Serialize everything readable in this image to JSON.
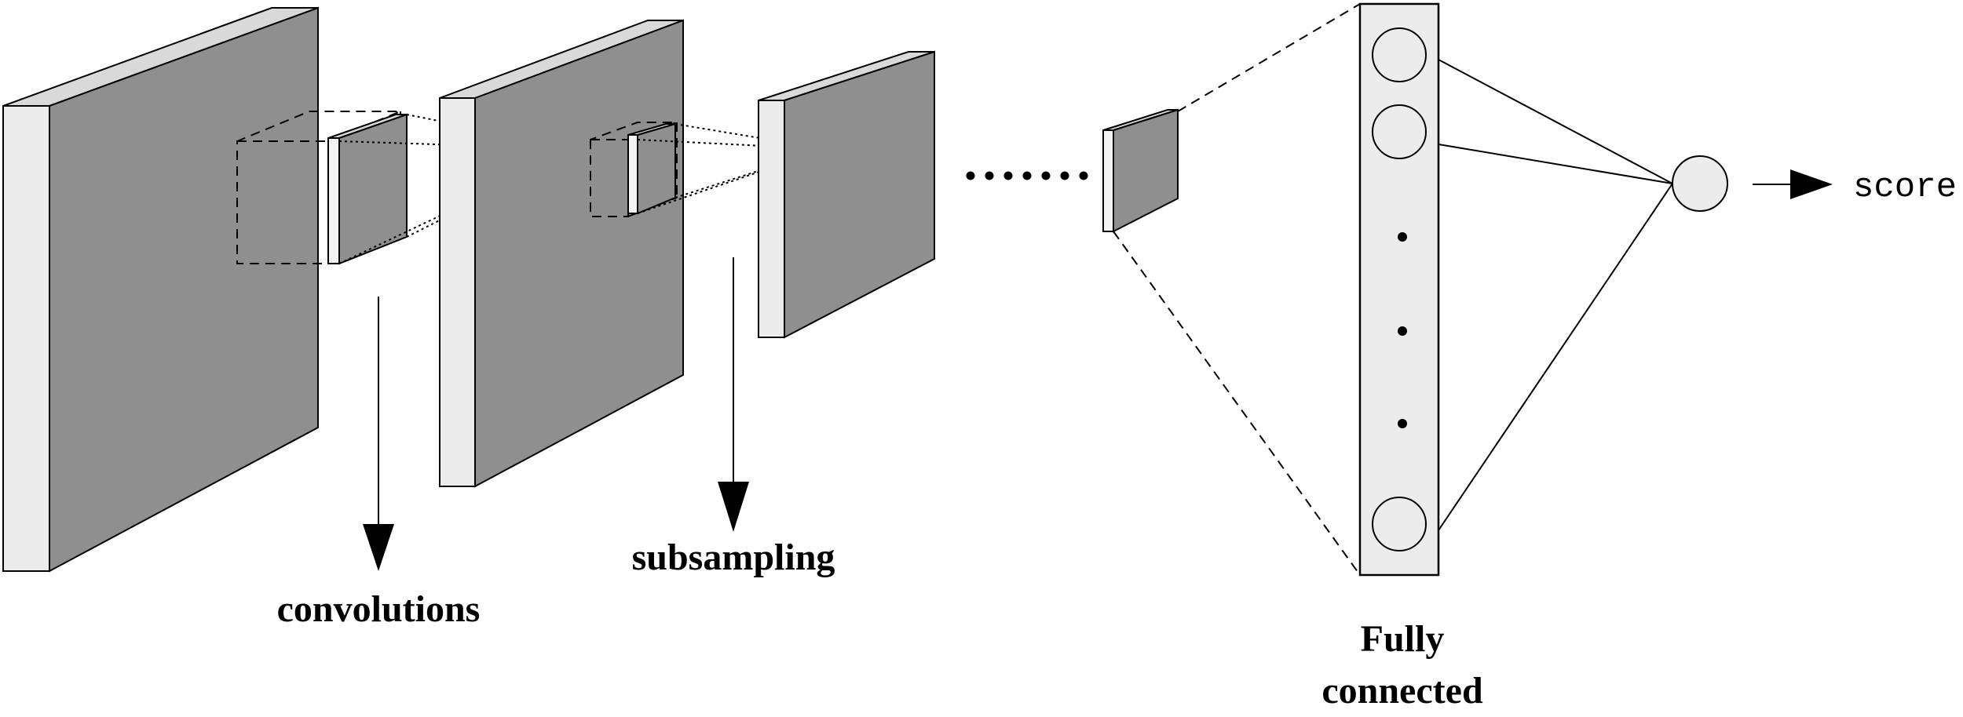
{
  "labels": {
    "convolutions": "convolutions",
    "subsampling": "subsampling",
    "fully_connected_line1": "Fully",
    "fully_connected_line2": "connected",
    "score": "score"
  },
  "colors": {
    "feature_map_front": "#8f8f8f",
    "feature_map_side": "#ececec",
    "neuron_fill": "#ececec",
    "line": "#000000"
  },
  "icons": {
    "ellipsis": "continuation-dots",
    "arrow": "down-arrow"
  }
}
